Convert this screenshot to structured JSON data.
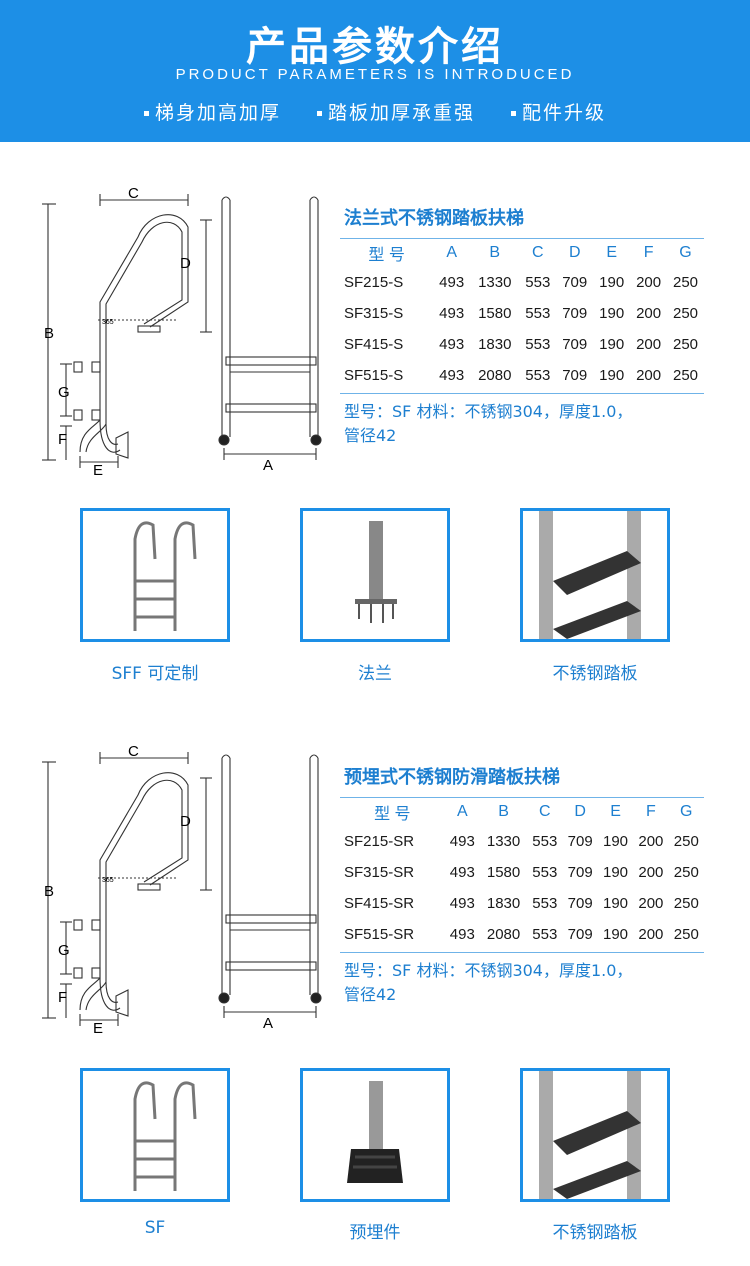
{
  "header": {
    "title": "产品参数介绍",
    "subtitle": "PRODUCT PARAMETERS IS INTRODUCED",
    "features": [
      "梯身加高加厚",
      "踏板加厚承重强",
      "配件升级"
    ]
  },
  "diagram_labels": {
    "a": "A",
    "b": "B",
    "c": "C",
    "d": "D",
    "e": "E",
    "f": "F",
    "g": "G",
    "dim365": "365"
  },
  "section1": {
    "title": "法兰式不锈钢踏板扶梯",
    "columns": [
      "型 号",
      "A",
      "B",
      "C",
      "D",
      "E",
      "F",
      "G"
    ],
    "rows": [
      [
        "SF215-S",
        "493",
        "1330",
        "553",
        "709",
        "190",
        "200",
        "250"
      ],
      [
        "SF315-S",
        "493",
        "1580",
        "553",
        "709",
        "190",
        "200",
        "250"
      ],
      [
        "SF415-S",
        "493",
        "1830",
        "553",
        "709",
        "190",
        "200",
        "250"
      ],
      [
        "SF515-S",
        "493",
        "2080",
        "553",
        "709",
        "190",
        "200",
        "250"
      ]
    ],
    "note1": "型号：SF 材料：不锈钢304，厚度1.0，",
    "note2": "管径42",
    "photos": [
      "SFF 可定制",
      "法兰",
      "不锈钢踏板"
    ]
  },
  "section2": {
    "title": "预埋式不锈钢防滑踏板扶梯",
    "columns": [
      "型 号",
      "A",
      "B",
      "C",
      "D",
      "E",
      "F",
      "G"
    ],
    "rows": [
      [
        "SF215-SR",
        "493",
        "1330",
        "553",
        "709",
        "190",
        "200",
        "250"
      ],
      [
        "SF315-SR",
        "493",
        "1580",
        "553",
        "709",
        "190",
        "200",
        "250"
      ],
      [
        "SF415-SR",
        "493",
        "1830",
        "553",
        "709",
        "190",
        "200",
        "250"
      ],
      [
        "SF515-SR",
        "493",
        "2080",
        "553",
        "709",
        "190",
        "200",
        "250"
      ]
    ],
    "note1": "型号：SF 材料：不锈钢304，厚度1.0，",
    "note2": "管径42",
    "photos": [
      "SF",
      "预埋件",
      "不锈钢踏板"
    ]
  },
  "colors": {
    "brand": "#1d8fe6",
    "accent_text": "#1d7fd0"
  }
}
